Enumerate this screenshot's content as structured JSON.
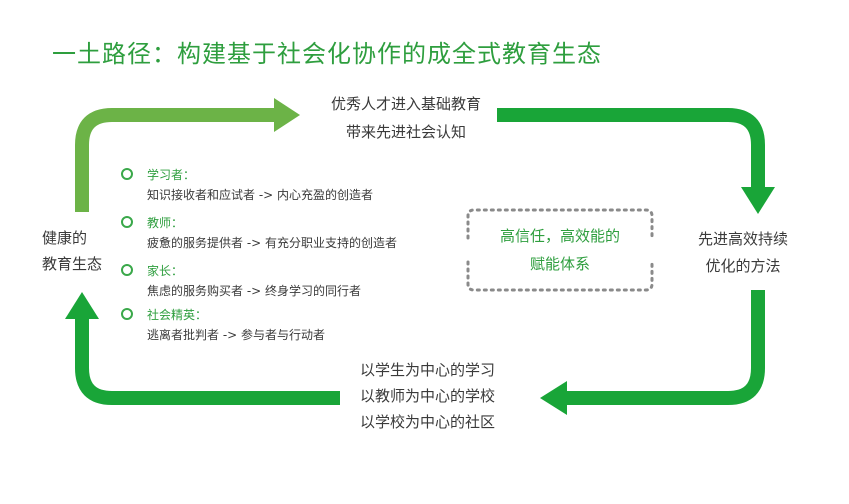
{
  "title": "一土路径：构建基于社会化协作的成全式教育生态",
  "nodes": {
    "top": [
      "优秀人才进入基础教育",
      "带来先进社会认知"
    ],
    "right": [
      "先进高效持续",
      "优化的方法"
    ],
    "bottom": [
      "以学生为中心的学习",
      "以教师为中心的学校",
      "以学校为中心的社区"
    ],
    "left": [
      "健康的",
      "教育生态"
    ]
  },
  "center": [
    "高信任，高效能的",
    "赋能体系"
  ],
  "roles": [
    {
      "name": "学习者：",
      "desc": "知识接收者和应试者 -> 内心充盈的创造者"
    },
    {
      "name": "教师：",
      "desc": "疲惫的服务提供者 -> 有充分职业支持的创造者"
    },
    {
      "name": "家长：",
      "desc": "焦虑的服务购买者 -> 终身学习的同行者"
    },
    {
      "name": "社会精英：",
      "desc": "逃离者批判者 -> 参与者与行动者"
    }
  ],
  "colors": {
    "green": "#2e9e3e",
    "arrow_green": "#19a538",
    "arrow_light": "#6cb347",
    "dots": "#8a8a8a"
  }
}
